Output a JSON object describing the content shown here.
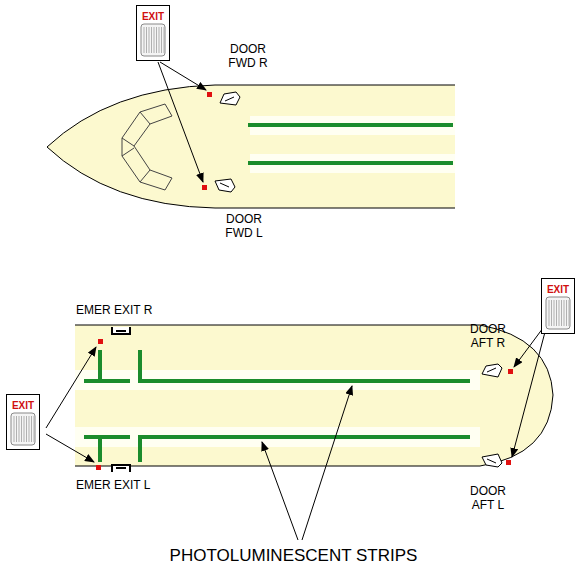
{
  "diagram": {
    "nodes": [
      {
        "text": [
          "EXIT"
        ]
      },
      {
        "text": [
          "EXIT"
        ]
      },
      {
        "text": [
          "EXIT"
        ]
      }
    ],
    "labels": [
      "DOOR FWD R",
      "DOOR FWD L",
      "EMER EXIT R",
      "DOOR AFT R",
      "EMER EXIT L",
      "DOOR AFT L",
      "PHOTOLUMINESCENT STRIPS"
    ]
  }
}
